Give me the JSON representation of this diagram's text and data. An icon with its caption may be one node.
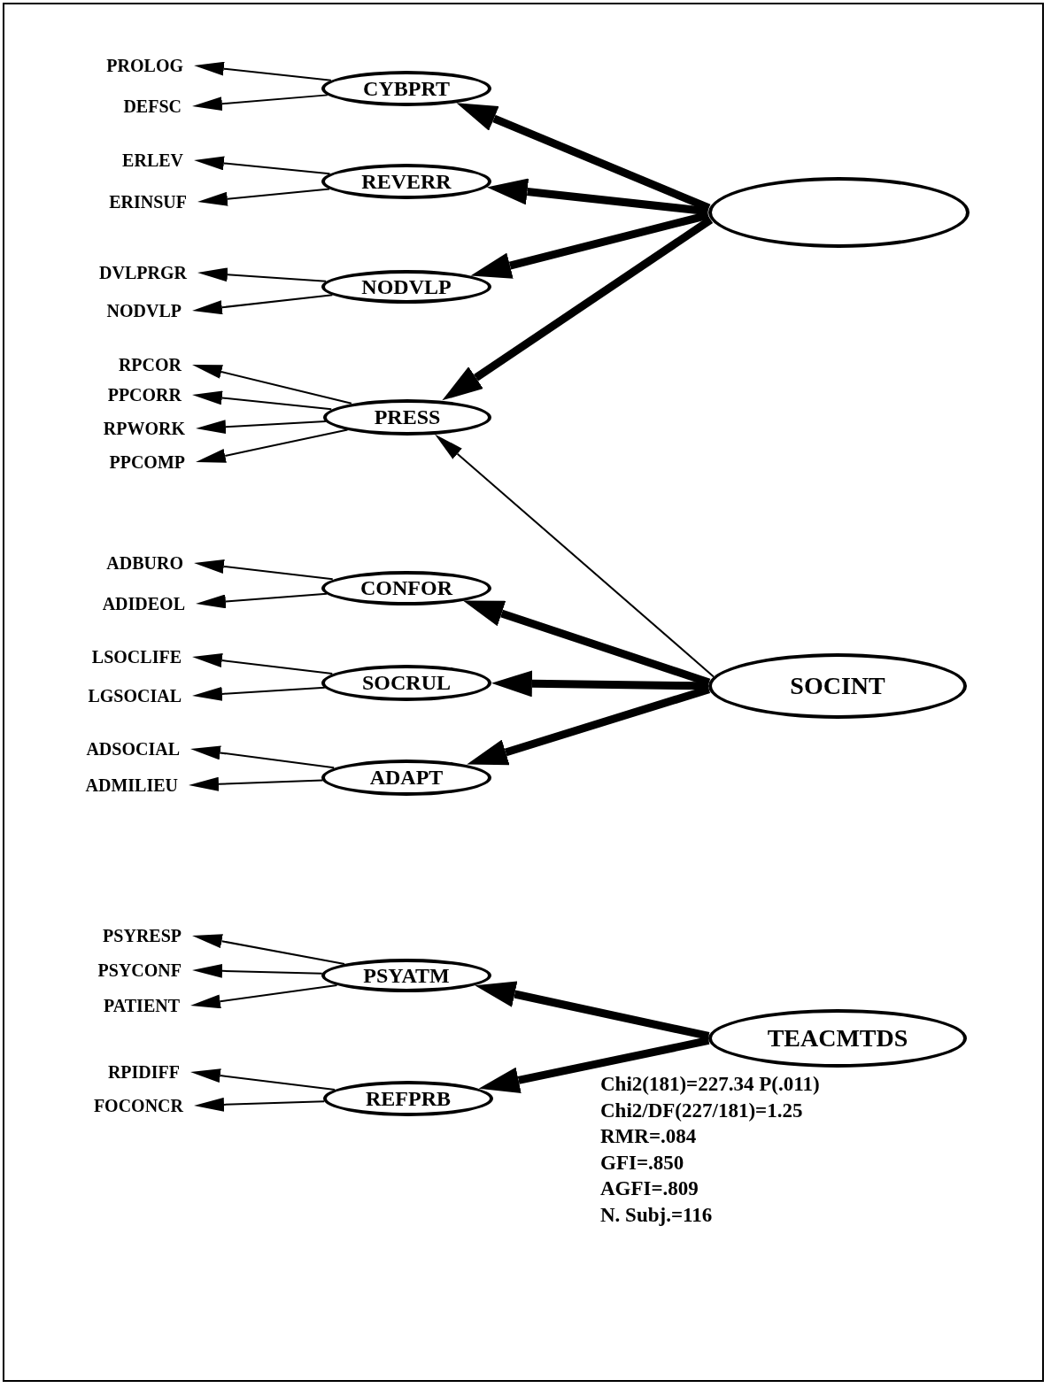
{
  "diagram": {
    "nodes": [
      {
        "text": [
          "CYBPRT"
        ]
      },
      {
        "text": [
          "REVERR"
        ]
      },
      {
        "text": [],
        "shape": "ellipse"
      },
      {
        "text": [
          "NODVLP"
        ]
      },
      {
        "text": [
          "PRESS"
        ]
      },
      {
        "text": [
          "CONFOR"
        ]
      },
      {
        "text": [
          "SOCRUL"
        ]
      },
      {
        "text": [
          "SOCINT"
        ]
      },
      {
        "text": [
          "ADAPT"
        ]
      },
      {
        "text": [
          "PSYATM"
        ]
      },
      {
        "text": [
          "TEACMTDS"
        ]
      },
      {
        "text": [
          "REFPRB"
        ]
      },
      {
        "text": [
          "PROLOG"
        ]
      },
      {
        "text": [
          "DEFSC"
        ]
      },
      {
        "text": [
          "ERLEV"
        ]
      },
      {
        "text": [
          "ERINSUF"
        ]
      },
      {
        "text": [
          "DVLPRGR"
        ]
      },
      {
        "text": [
          "NODVLP"
        ]
      },
      {
        "text": [
          "RPCOR"
        ]
      },
      {
        "text": [
          "PPCORR"
        ]
      },
      {
        "text": [
          "RPWORK"
        ]
      },
      {
        "text": [
          "PPCOMP"
        ]
      },
      {
        "text": [
          "ADBURO"
        ]
      },
      {
        "text": [
          "ADIDEOL"
        ]
      },
      {
        "text": [
          "LSOCLIFE"
        ]
      },
      {
        "text": [
          "LGSOCIAL"
        ]
      },
      {
        "text": [
          "ADSOCIAL"
        ]
      },
      {
        "text": [
          "ADMILIEU"
        ]
      },
      {
        "text": [
          "PSYRESP"
        ]
      },
      {
        "text": [
          "PSYCONF"
        ]
      },
      {
        "text": [
          "PATIENT"
        ]
      },
      {
        "text": [
          "RPIDIFF"
        ]
      },
      {
        "text": [
          "FOCONCR"
        ]
      }
    ],
    "edges": [
      {
        "from": 2,
        "to": 0,
        "arrow": "to",
        "style": "thick"
      },
      {
        "from": 2,
        "to": 1,
        "arrow": "to",
        "style": "thick"
      },
      {
        "from": 2,
        "to": 3,
        "arrow": "to",
        "style": "thick"
      },
      {
        "from": 2,
        "to": 4,
        "arrow": "to",
        "style": "thick"
      },
      {
        "from": 7,
        "to": 4,
        "arrow": "to"
      },
      {
        "from": 7,
        "to": 5,
        "arrow": "to",
        "style": "thick"
      },
      {
        "from": 7,
        "to": 6,
        "arrow": "to",
        "style": "thick"
      },
      {
        "from": 7,
        "to": 8,
        "arrow": "to",
        "style": "thick"
      },
      {
        "from": 10,
        "to": 9,
        "arrow": "to",
        "style": "thick"
      },
      {
        "from": 10,
        "to": 11,
        "arrow": "to",
        "style": "thick"
      },
      {
        "from": 0,
        "to": 12,
        "arrow": "to"
      },
      {
        "from": 0,
        "to": 13,
        "arrow": "to"
      },
      {
        "from": 1,
        "to": 14,
        "arrow": "to"
      },
      {
        "from": 1,
        "to": 15,
        "arrow": "to"
      },
      {
        "from": 3,
        "to": 16,
        "arrow": "to"
      },
      {
        "from": 3,
        "to": 17,
        "arrow": "to"
      },
      {
        "from": 4,
        "to": 18,
        "arrow": "to"
      },
      {
        "from": 4,
        "to": 19,
        "arrow": "to"
      },
      {
        "from": 4,
        "to": 20,
        "arrow": "to"
      },
      {
        "from": 4,
        "to": 21,
        "arrow": "to"
      },
      {
        "from": 5,
        "to": 22,
        "arrow": "to"
      },
      {
        "from": 5,
        "to": 23,
        "arrow": "to"
      },
      {
        "from": 6,
        "to": 24,
        "arrow": "to"
      },
      {
        "from": 6,
        "to": 25,
        "arrow": "to"
      },
      {
        "from": 8,
        "to": 26,
        "arrow": "to"
      },
      {
        "from": 8,
        "to": 27,
        "arrow": "to"
      },
      {
        "from": 9,
        "to": 28,
        "arrow": "to"
      },
      {
        "from": 9,
        "to": 29,
        "arrow": "to"
      },
      {
        "from": 9,
        "to": 30,
        "arrow": "to"
      },
      {
        "from": 11,
        "to": 31,
        "arrow": "to"
      },
      {
        "from": 11,
        "to": 32,
        "arrow": "to"
      }
    ],
    "labels": [
      "Chi2(181)=227.34 P(.011)",
      "Chi2/DF(227/181)=1.25",
      "RMR=.084",
      "GFI=.850",
      "AGFI=.809",
      "N. Subj.=116"
    ]
  }
}
